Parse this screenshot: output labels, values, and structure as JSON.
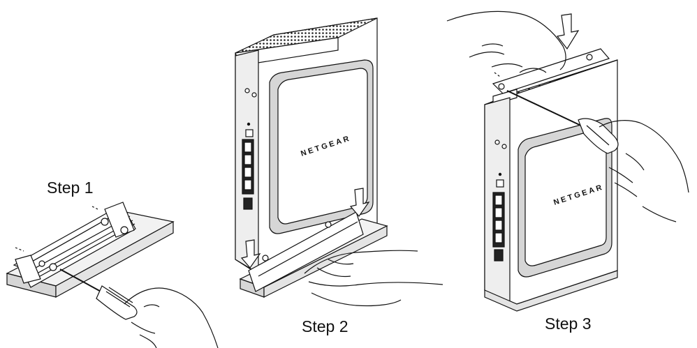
{
  "steps": [
    {
      "label": "Step 1"
    },
    {
      "label": "Step 2"
    },
    {
      "label": "Step 3"
    }
  ],
  "device": {
    "brand": "NETGEAR"
  },
  "colors": {
    "line": "#111111",
    "shade": "#d6d6d6",
    "panel": "#f2f2f2",
    "background": "#ffffff"
  },
  "icons": [
    "screwdriver-icon",
    "down-arrow-icon",
    "hand-icon",
    "screw-icon"
  ]
}
